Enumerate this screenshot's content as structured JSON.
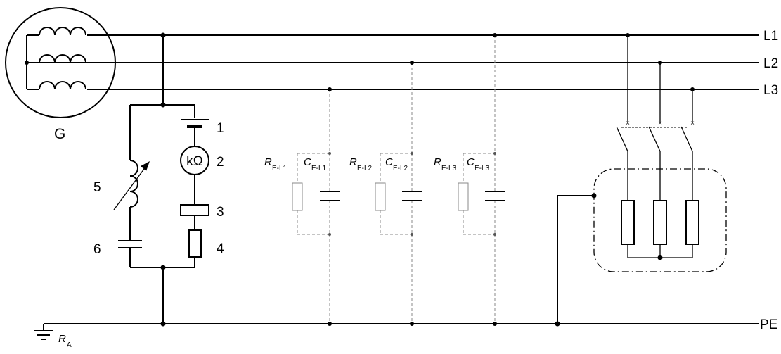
{
  "lines": {
    "l1": "L1",
    "l2": "L2",
    "l3": "L3",
    "pe": "PE"
  },
  "generator": {
    "label": "G"
  },
  "ground": {
    "symbol": "R",
    "sub": "A"
  },
  "meter": {
    "symbol": "kΩ"
  },
  "components": {
    "n1": "1",
    "n2": "2",
    "n3": "3",
    "n4": "4",
    "n5": "5",
    "n6": "6"
  },
  "leakage": [
    {
      "r": "R",
      "r_sub": "E-L1",
      "c": "C",
      "c_sub": "E-L1"
    },
    {
      "r": "R",
      "r_sub": "E-L2",
      "c": "C",
      "c_sub": "E-L2"
    },
    {
      "r": "R",
      "r_sub": "E-L3",
      "c": "C",
      "c_sub": "E-L3"
    }
  ]
}
